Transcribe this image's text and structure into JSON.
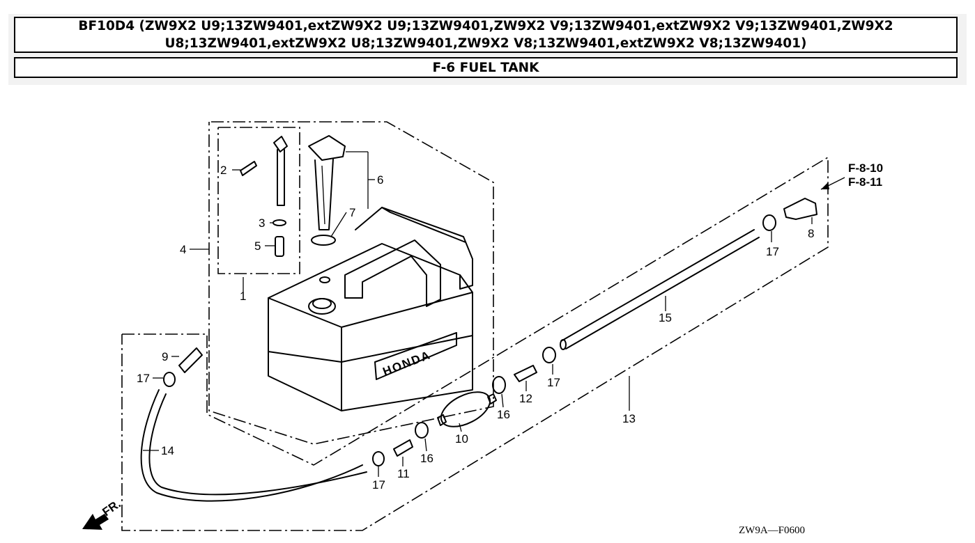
{
  "header": {
    "title": "BF10D4 (ZW9X2 U9;13ZW9401,extZW9X2 U9;13ZW9401,ZW9X2 V9;13ZW9401,extZW9X2 V9;13ZW9401,ZW9X2 U8;13ZW9401,extZW9X2 U8;13ZW9401,ZW9X2 V8;13ZW9401,extZW9X2 V8;13ZW9401)",
    "section": "F-6 FUEL TANK"
  },
  "diagram": {
    "callouts": {
      "c1": "1",
      "c2": "2",
      "c3": "3",
      "c4": "4",
      "c5": "5",
      "c6": "6",
      "c7": "7",
      "c8": "8",
      "c9": "9",
      "c10": "10",
      "c11": "11",
      "c12": "12",
      "c13": "13",
      "c14": "14",
      "c15": "15",
      "c16a": "16",
      "c16b": "16",
      "c17a": "17",
      "c17b": "17",
      "c17c": "17",
      "c17d": "17"
    },
    "cross_refs": [
      "F-8-10",
      "F-8-11"
    ],
    "brand_text": "HONDA",
    "direction_label": "FR.",
    "drawing_code": "ZW9A—F0600"
  }
}
